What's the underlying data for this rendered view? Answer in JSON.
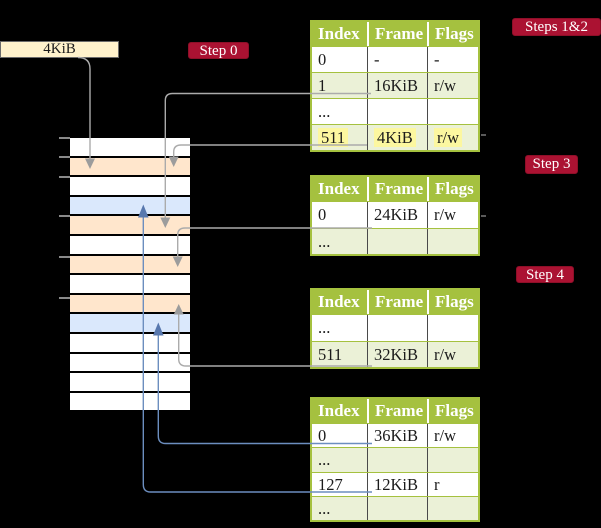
{
  "labels": {
    "frame_size": "4KiB",
    "step0": "Step 0",
    "steps12": "Steps 1&2",
    "step3": "Step 3",
    "step4": "Step 4"
  },
  "colors": {
    "bg": "#000000",
    "accent-red": "#AB1232",
    "table-header-green": "#A5C13F",
    "table-row-green": "#EBF1D7",
    "frame-orange": "#FFE6CC",
    "frame-blue": "#DAE8FC",
    "frame-white": "#FFFFFF",
    "highlight-yellow": "#FCF7A0",
    "box-cream": "#FFF2CC",
    "gray-line": "#ABABAB",
    "blue-line": "#6C8EBF"
  },
  "memory": {
    "rows": [
      "empty",
      "page-table",
      "empty",
      "mapped-page",
      "page-table",
      "empty",
      "page-table",
      "empty",
      "page-table",
      "mapped-page",
      "empty",
      "empty",
      "empty",
      "empty"
    ]
  },
  "tables": [
    {
      "headers": [
        "Index",
        "Frame",
        "Flags"
      ],
      "rows": [
        {
          "index": "0",
          "frame": "-",
          "flags": "-"
        },
        {
          "index": "1",
          "frame": "16KiB",
          "flags": "r/w"
        },
        {
          "index": "...",
          "frame": "",
          "flags": ""
        },
        {
          "index": "511",
          "frame": "4KiB",
          "flags": "r/w"
        }
      ]
    },
    {
      "headers": [
        "Index",
        "Frame",
        "Flags"
      ],
      "rows": [
        {
          "index": "0",
          "frame": "24KiB",
          "flags": "r/w"
        },
        {
          "index": "...",
          "frame": "",
          "flags": ""
        }
      ]
    },
    {
      "headers": [
        "Index",
        "Frame",
        "Flags"
      ],
      "rows": [
        {
          "index": "...",
          "frame": "",
          "flags": ""
        },
        {
          "index": "511",
          "frame": "32KiB",
          "flags": "r/w"
        }
      ]
    },
    {
      "headers": [
        "Index",
        "Frame",
        "Flags"
      ],
      "rows": [
        {
          "index": "0",
          "frame": "36KiB",
          "flags": "r/w"
        },
        {
          "index": "...",
          "frame": "",
          "flags": ""
        },
        {
          "index": "127",
          "frame": "12KiB",
          "flags": "r"
        },
        {
          "index": "...",
          "frame": "",
          "flags": ""
        }
      ]
    }
  ]
}
